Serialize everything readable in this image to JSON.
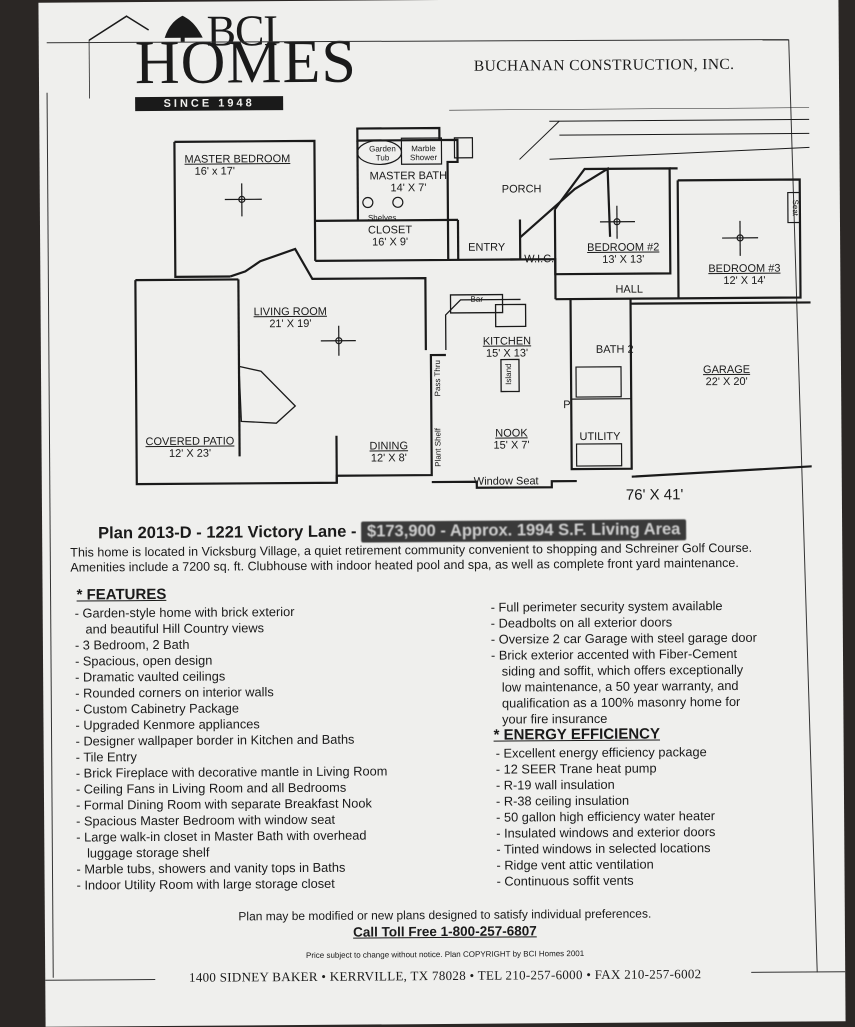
{
  "header": {
    "logo_top": "BCI",
    "logo_main": "HOMES",
    "logo_since": "SINCE   1948",
    "company": "BUCHANAN CONSTRUCTION, INC."
  },
  "floorplan": {
    "rooms": {
      "master_bedroom": {
        "name": "MASTER BEDROOM",
        "size": "16' x 17'"
      },
      "garden_tub": "Garden Tub",
      "marble_shower": "Marble Shower",
      "master_bath": {
        "name": "MASTER BATH",
        "size": "14' X 7'"
      },
      "shelves": "Shelves",
      "closet": {
        "name": "CLOSET",
        "size": "16' X 9'"
      },
      "porch": "PORCH",
      "entry": "ENTRY",
      "wic": "W.I.C.",
      "bedroom2": {
        "name": "BEDROOM #2",
        "size": "13' X 13'"
      },
      "bedroom3": {
        "name": "BEDROOM #3",
        "size": "12' X 14'"
      },
      "seat": "Seat",
      "hall": "HALL",
      "living_room": {
        "name": "LIVING ROOM",
        "size": "21' X 19'"
      },
      "bar": "Bar",
      "kitchen": {
        "name": "KITCHEN",
        "size": "15' X 13'"
      },
      "pass_thru": "Pass Thru",
      "island": "Island",
      "bath2": "BATH 2",
      "garage": {
        "name": "GARAGE",
        "size": "22' X 20'"
      },
      "covered_patio": {
        "name": "COVERED PATIO",
        "size": "12' X 23'"
      },
      "dining": {
        "name": "DINING",
        "size": "12' X 8'"
      },
      "plant_shelf": "Plant Shelf",
      "nook": {
        "name": "NOOK",
        "size": "15' X 7'"
      },
      "pantry": "P",
      "utility": "UTILITY",
      "window_seat": "Window Seat"
    },
    "overall": "76' X 41'"
  },
  "listing": {
    "plan": "Plan 2013-D  -  1221 Victory Lane  -",
    "price_redacted": "$173,900  -  Approx. 1994 S.F. Living Area",
    "intro_1": "This home is located in Vicksburg Village, a quiet retirement community convenient to shopping and Schreiner Golf Course.",
    "intro_2": "Amenities include a 7200 sq. ft. Clubhouse with indoor heated pool and spa, as well as complete front yard maintenance."
  },
  "features": {
    "heading": "* FEATURES",
    "left": [
      "- Garden-style home with brick exterior",
      "   and beautiful Hill Country views",
      "- 3 Bedroom, 2 Bath",
      "- Spacious, open design",
      "- Dramatic vaulted ceilings",
      "- Rounded corners on interior walls",
      "- Custom Cabinetry Package",
      "- Upgraded Kenmore appliances",
      "- Designer wallpaper border in Kitchen and Baths",
      "- Tile Entry",
      "- Brick Fireplace with decorative mantle in Living Room",
      "- Ceiling Fans in Living Room and all Bedrooms",
      "- Formal Dining Room with separate Breakfast Nook",
      "- Spacious Master Bedroom with window seat",
      "- Large walk-in closet in Master Bath with overhead",
      "   luggage storage shelf",
      "- Marble tubs, showers and vanity tops in Baths",
      "- Indoor Utility Room with large storage closet"
    ],
    "right": [
      "- Full perimeter security system available",
      "- Deadbolts on all exterior doors",
      "- Oversize 2 car Garage with steel garage door",
      "- Brick exterior accented with Fiber-Cement",
      "   siding and soffit, which offers exceptionally",
      "   low maintenance, a 50 year warranty, and",
      "   qualification as a 100% masonry home for",
      "   your fire insurance"
    ]
  },
  "energy": {
    "heading": "* ENERGY EFFICIENCY",
    "items": [
      "- Excellent energy efficiency package",
      "- 12 SEER Trane heat pump",
      "- R-19 wall insulation",
      "- R-38 ceiling insulation",
      "- 50 gallon high efficiency water heater",
      "- Insulated windows and exterior doors",
      "- Tinted windows in selected locations",
      "- Ridge vent attic ventilation",
      "- Continuous soffit vents"
    ]
  },
  "footer": {
    "modify_note": "Plan may be modified or new plans designed to satisfy individual preferences.",
    "call": "Call Toll Free 1-800-257-6807",
    "fine_print": "Price subject to change without notice.  Plan COPYRIGHT by BCI  Homes 2001",
    "address": "1400 SIDNEY BAKER  •  KERRVILLE, TX 78028  •  TEL 210-257-6000  •  FAX 210-257-6002"
  }
}
